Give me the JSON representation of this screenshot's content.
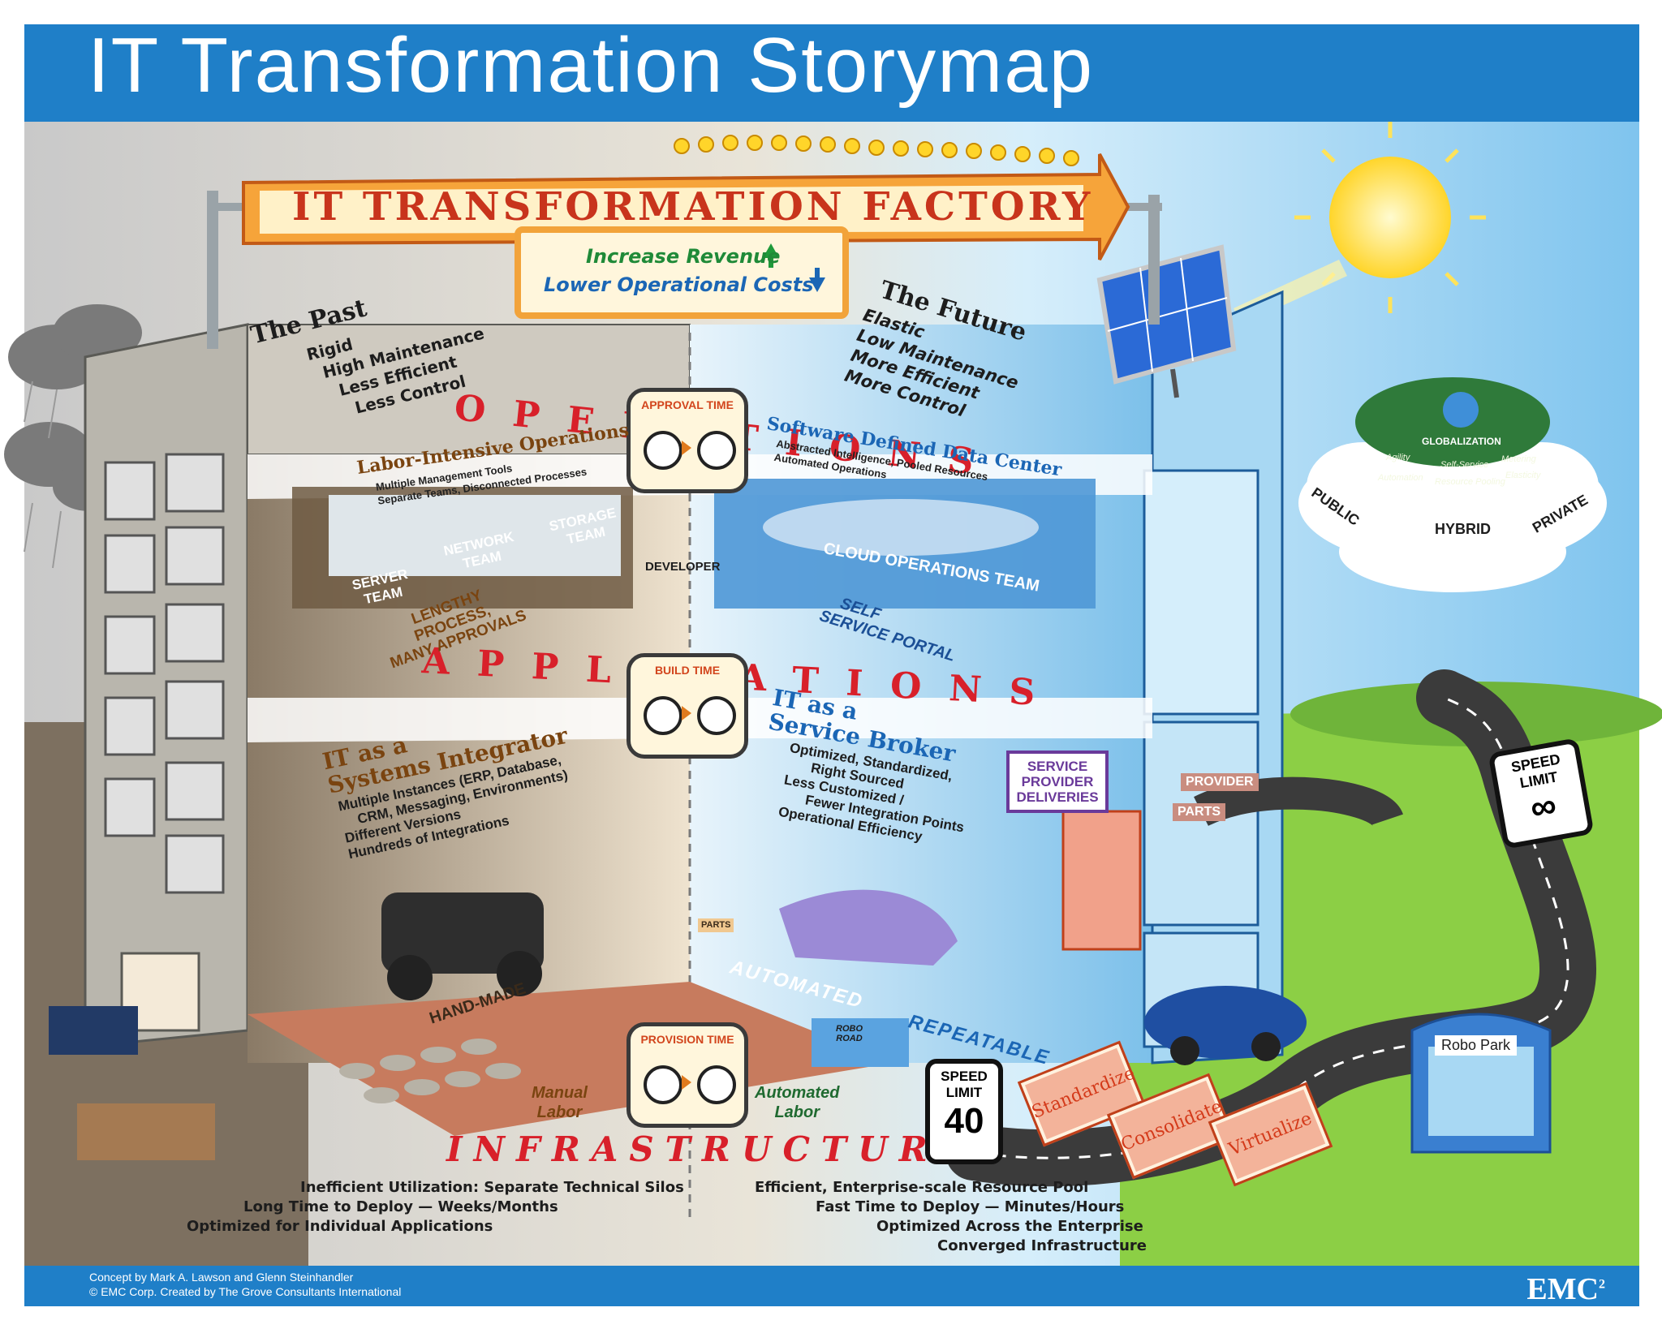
{
  "title": "IT Transformation Storymap",
  "factory_sign": "IT TRANSFORMATION FACTORY",
  "goals": {
    "line1": "Increase Revenue",
    "line2": "Lower Operational Costs"
  },
  "past": {
    "heading": "The Past",
    "items": [
      "Rigid",
      "High Maintenance",
      "Less Efficient",
      "Less Control"
    ]
  },
  "future": {
    "heading": "The Future",
    "items": [
      "Elastic",
      "Low Maintenance",
      "More Efficient",
      "More Control"
    ]
  },
  "sections": {
    "operations": "OPERATIONS",
    "applications": "APPLICATIONS",
    "infrastructure": "INFRASTRUCTURE"
  },
  "timers": {
    "approval": "APPROVAL TIME",
    "build": "BUILD TIME",
    "provision": "PROVISION TIME"
  },
  "ops_left": {
    "heading": "Labor-Intensive Operations",
    "items": [
      "Multiple Management Tools",
      "Separate Teams, Disconnected Processes"
    ],
    "teams": [
      "SERVER TEAM",
      "NETWORK TEAM",
      "STORAGE TEAM"
    ],
    "process": [
      "LENGTHY",
      "PROCESS,",
      "MANY APPROVALS"
    ],
    "developer": "DEVELOPER"
  },
  "ops_right": {
    "heading": "Software Defined Data Center",
    "items": [
      "Abstracted Intelligence, Pooled Resources",
      "Automated Operations"
    ],
    "team": "CLOUD OPERATIONS TEAM",
    "portal": [
      "SELF",
      "SERVICE PORTAL"
    ]
  },
  "apps_left": {
    "heading1": "IT as a",
    "heading2": "Systems Integrator",
    "items": [
      "Multiple Instances (ERP, Database,",
      "CRM, Messaging, Environments)",
      "Different Versions",
      "Hundreds of Integrations"
    ],
    "floor": "HAND-MADE"
  },
  "apps_right": {
    "heading1": "IT as a",
    "heading2": "Service Broker",
    "items": [
      "Optimized, Standardized,",
      "Right Sourced",
      "Less Customized /",
      "Fewer Integration Points",
      "Operational Efficiency"
    ],
    "floor1": "AUTOMATED",
    "floor2": "REPEATABLE",
    "deliveries": [
      "SERVICE",
      "PROVIDER",
      "DELIVERIES"
    ],
    "parts": "PARTS",
    "truck1": "PROVIDER",
    "truck2": "PARTS",
    "robo_road": [
      "ROBO",
      "ROAD"
    ]
  },
  "labor": {
    "manual": [
      "Manual",
      "Labor"
    ],
    "automated": [
      "Automated",
      "Labor"
    ]
  },
  "infra_left": [
    "Inefficient Utilization: Separate Technical Silos",
    "Long Time to Deploy — Weeks/Months",
    "Optimized for Individual Applications"
  ],
  "infra_right": [
    "Efficient, Enterprise-scale Resource Pool",
    "Fast Time to Deploy — Minutes/Hours",
    "Optimized Across the Enterprise",
    "Converged Infrastructure"
  ],
  "signs": [
    "Standardize",
    "Consolidate",
    "Virtualize"
  ],
  "speed40": {
    "l1": "SPEED",
    "l2": "LIMIT",
    "value": "40"
  },
  "speedinf": {
    "l1": "SPEED",
    "l2": "LIMIT",
    "value": "∞"
  },
  "robo_park": "Robo Park",
  "cloud": {
    "globalization": "GLOBALIZATION",
    "features": [
      "Agility",
      "Self-Service",
      "Metering",
      "Automation",
      "Resource Pooling",
      "Elasticity"
    ],
    "types": [
      "PUBLIC",
      "HYBRID",
      "PRIVATE"
    ]
  },
  "footer": {
    "line1": "Concept by Mark A. Lawson and Glenn Steinhandler",
    "line2": "© EMC Corp. Created by The Grove Consultants International",
    "brand": "EMC",
    "brand_sup": "2"
  },
  "colors": {
    "title_bar": "#1f7fc8",
    "section_red": "#d8202a",
    "blue_text": "#1b66b5",
    "brown_text": "#7a4410",
    "sky": "#bfe3f6",
    "grass": "#8ccf45"
  }
}
